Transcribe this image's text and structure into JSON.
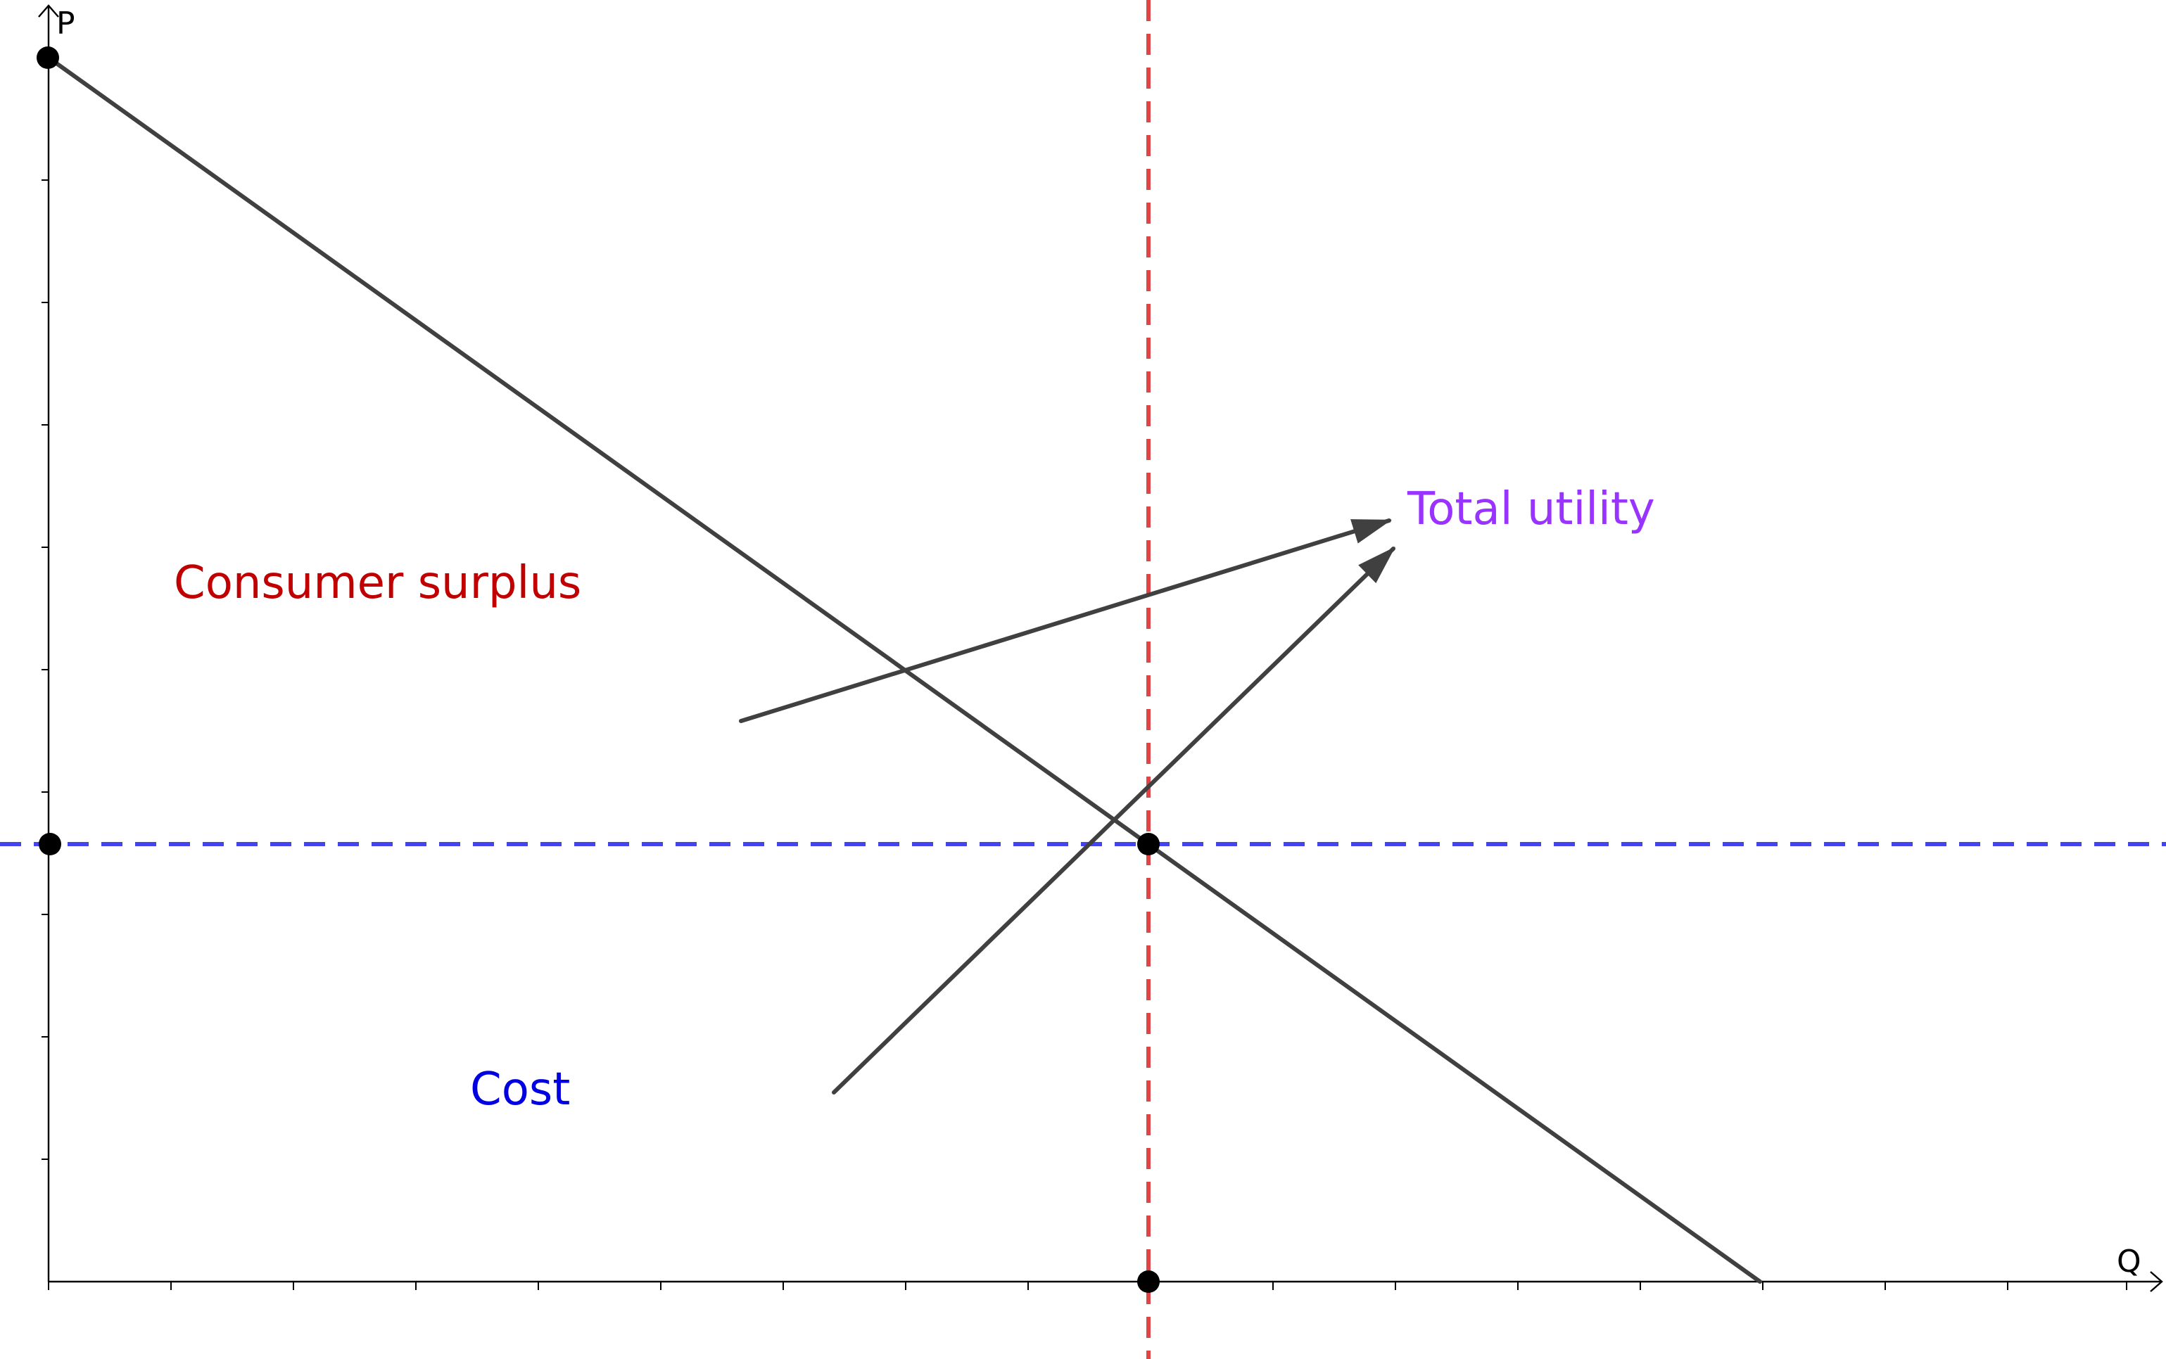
{
  "diagram": {
    "axes": {
      "y_label": "P",
      "x_label": "Q"
    },
    "labels": {
      "consumer_surplus": "Consumer surplus",
      "cost": "Cost",
      "total_utility": "Total utility"
    },
    "colors": {
      "consumer_surplus": "#C00000",
      "cost": "#0000E0",
      "total_utility": "#9933FF",
      "price_line": "#4444EE",
      "quantity_line": "#E04444",
      "curve": "#404040"
    }
  }
}
